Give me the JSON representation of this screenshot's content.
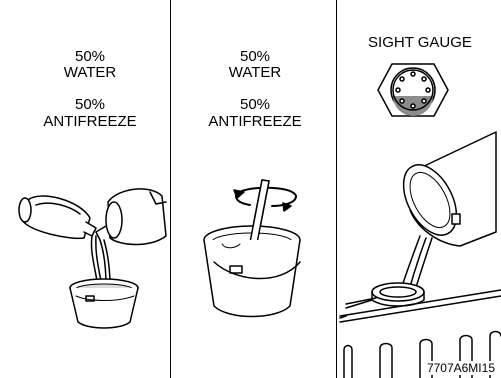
{
  "panels": [
    {
      "water_pct": "50%",
      "water_label": "WATER",
      "antifreeze_pct": "50%",
      "antifreeze_label": "ANTIFREEZE"
    },
    {
      "water_pct": "50%",
      "water_label": "WATER",
      "antifreeze_pct": "50%",
      "antifreeze_label": "ANTIFREEZE"
    },
    {
      "title": "SIGHT GAUGE"
    }
  ],
  "figure_code": "7707A6MI15",
  "colors": {
    "line": "#000000",
    "fill_gray": "#8c8c8c",
    "background": "#ffffff"
  }
}
